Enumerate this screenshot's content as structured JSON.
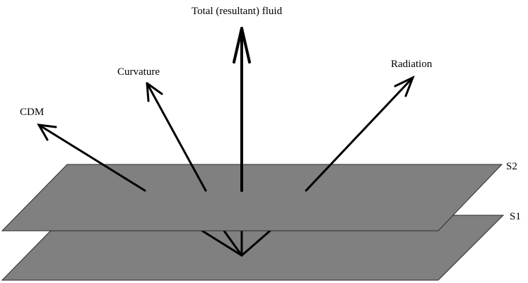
{
  "diagram": {
    "labels": {
      "total_fluid": "Total (resultant) fluid",
      "curvature": "Curvature",
      "radiation": "Radiation",
      "cdm": "CDM",
      "s2": "S2",
      "s1": "S1"
    },
    "colors": {
      "sheet_fill": "#808080",
      "sheet_stroke": "#2a2a2a",
      "arrow": "#000000",
      "background": "#ffffff"
    }
  }
}
